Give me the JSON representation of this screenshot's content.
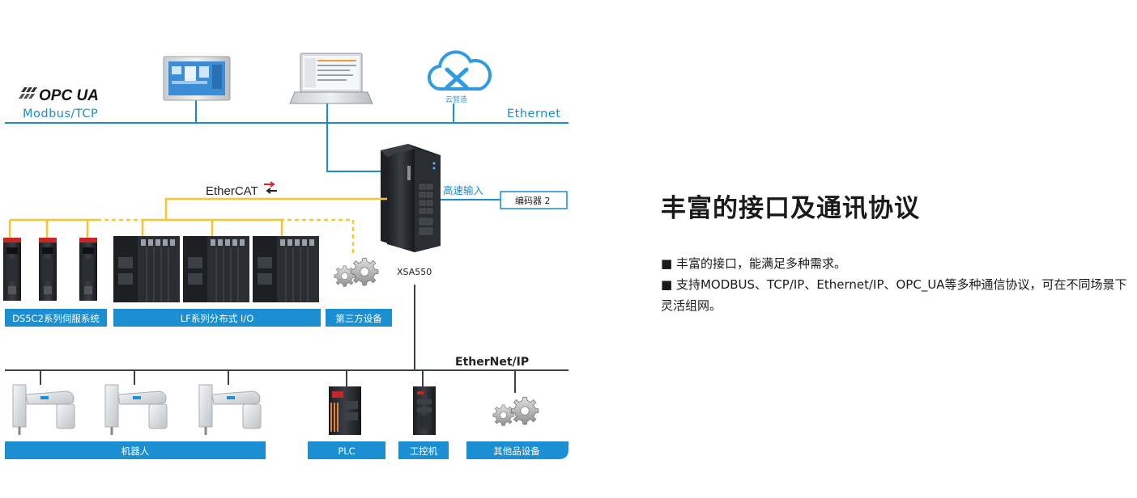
{
  "diagram": {
    "top_left_labels": {
      "opc_ua": "OPC UA",
      "modbus": "Modbus/TCP"
    },
    "ethernet_label": "Ethernet",
    "cloud_label": "云智造",
    "ethercat_label": "EtherCAT",
    "controller_label": "XSA550",
    "high_speed_input": "高速输入",
    "encoder_label": "编码器 2",
    "ethernet_ip_label": "EtherNet/IP",
    "group_labels": {
      "servo": "DS5C2系列伺服系统",
      "lf_io": "LF系列分布式 I/O",
      "third_party": "第三方设备",
      "robot": "机器人",
      "plc": "PLC",
      "ipc": "工控机",
      "other": "其他品设备"
    },
    "colors": {
      "line_blue": "#1a8ccf",
      "bus_yellow": "#f7c62f",
      "label_bg": "#1b8fd2"
    }
  },
  "side": {
    "title": "丰富的接口及通讯协议",
    "bullets": [
      "■ 丰富的接口，能满足多种需求。",
      "■ 支持MODBUS、TCP/IP、Ethernet/IP、OPC_UA等多种通信协议，可在不同场景下灵活组网。"
    ]
  }
}
